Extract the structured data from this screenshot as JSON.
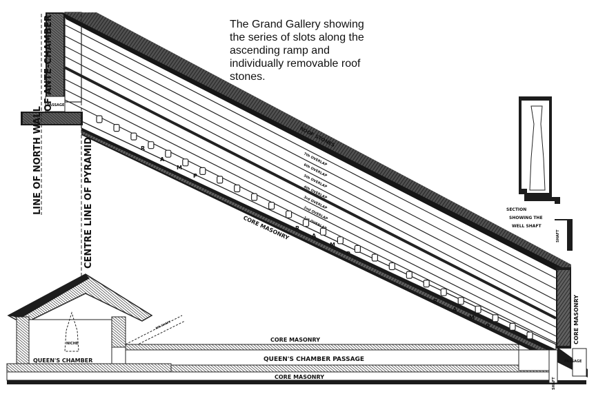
{
  "caption": {
    "lines": [
      "The Grand Gallery showing",
      "the series of slots along the",
      "ascending ramp and",
      "individually removable roof",
      "stones."
    ]
  },
  "labels": {
    "line_of_north_wall": "LINE OF NORTH WALL",
    "of_ante_chamber": "OF ANTE-CHAMBER",
    "centre_line_of_pyramid": "CENTRE LINE OF PYRAMID",
    "passage_top": "PASSAGE",
    "roof_stones": "ROOF STONES",
    "ramp_upper": [
      "R",
      "A",
      "M",
      "P"
    ],
    "ramp_middle": [
      "R",
      "A",
      "M",
      "P"
    ],
    "ramp_lower": [
      "R",
      "A",
      "M",
      "P"
    ],
    "overlaps": [
      "7th OVERLAP",
      "6th OVERLAP",
      "5th OVERLAP",
      "4th OVERLAP",
      "3rd OVERLAP",
      "2nd OVERLAP",
      "1st OVERLAP"
    ],
    "core_masonry_diagonal": "CORE MASONRY",
    "core_masonry_right": "CORE MASONRY",
    "core_masonry_bottom_upper": "CORE MASONRY",
    "core_masonry_bottom_lower": "CORE MASONRY",
    "queens_chamber_passage": "QUEEN'S CHAMBER PASSAGE",
    "queens_chamber": "QUEEN'S CHAMBER",
    "niche": "NICHE",
    "section_line1": "SECTION",
    "section_line2": "SHOWING THE",
    "section_line3": "WELL SHAFT",
    "shaft_inset": "SHAFT",
    "shaft_bottom": "SHAFT",
    "passage_right": "PASSAGE",
    "air_shaft": "AIR SHAFT"
  }
}
